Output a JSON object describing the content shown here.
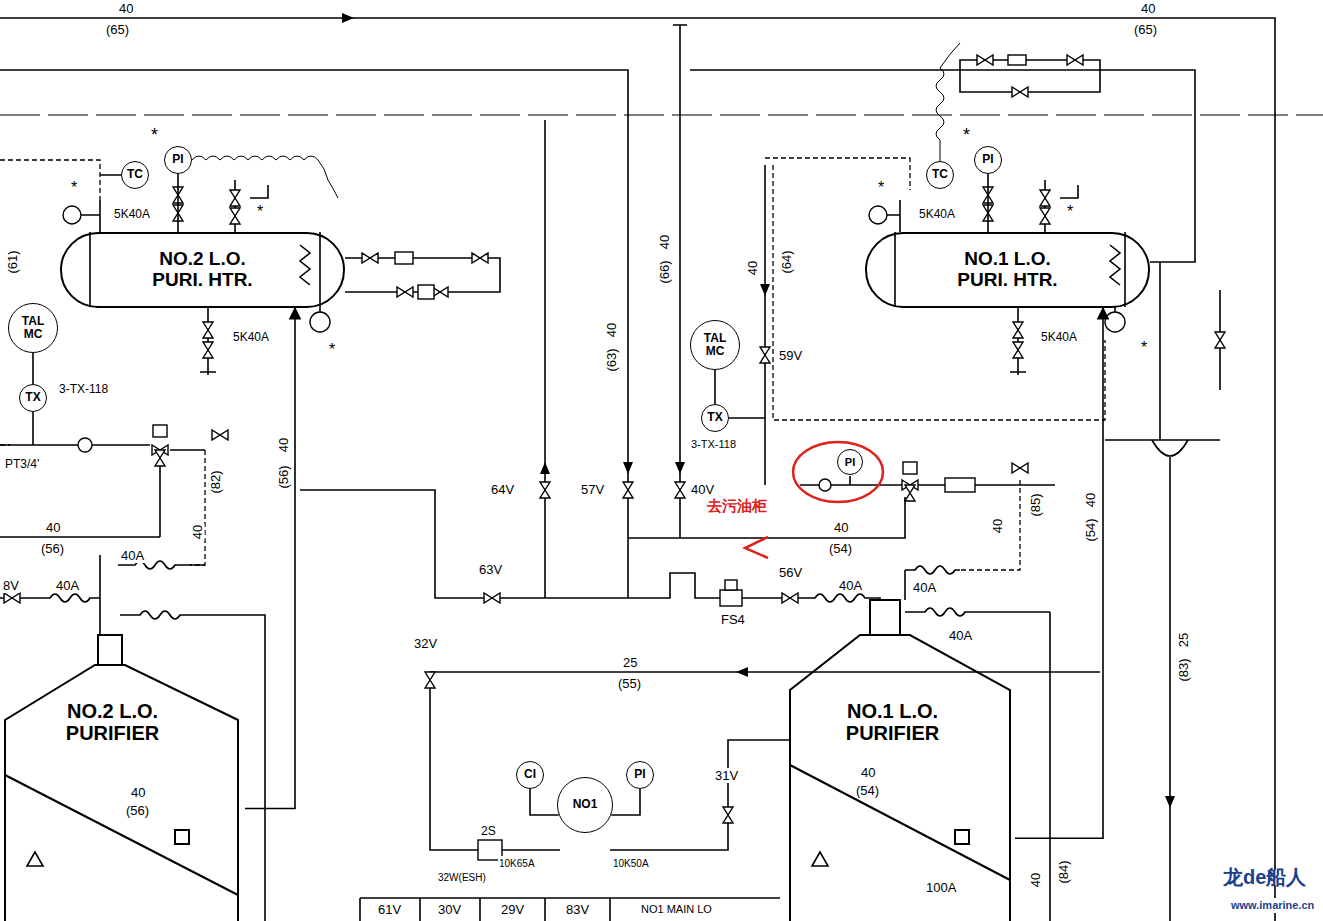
{
  "diagram": {
    "nodes": [
      {
        "text": [
          "TC"
        ]
      },
      {
        "text": [
          "PI"
        ]
      },
      {
        "text": [
          "NO.2 L.O. PURI. HTR."
        ]
      },
      {
        "text": [
          "TAL MC"
        ]
      },
      {
        "text": [
          "TX"
        ]
      },
      {
        "text": [
          "TAL MC"
        ]
      },
      {
        "text": [
          "TX"
        ]
      },
      {
        "text": [
          "TC"
        ]
      },
      {
        "text": [
          "PI"
        ]
      },
      {
        "text": [
          "NO.1 L.O. PURI. HTR."
        ]
      },
      {
        "text": [
          "PI"
        ]
      },
      {
        "text": [
          "NO.2 L.O. PURIFIER"
        ]
      },
      {
        "text": [
          "NO.1 L.O. PURIFIER"
        ]
      },
      {
        "text": [
          "CI"
        ]
      },
      {
        "text": [
          "NO1"
        ]
      },
      {
        "text": [
          "PI"
        ]
      }
    ],
    "edges": [
      {
        "from": 3,
        "to": 4,
        "arrow": "none"
      },
      {
        "from": 5,
        "to": 6,
        "arrow": "none"
      },
      {
        "from": 11,
        "to": 2,
        "arrow": "to"
      },
      {
        "from": 12,
        "to": 9,
        "arrow": "to"
      },
      {
        "from": 1,
        "to": 2,
        "arrow": "none"
      },
      {
        "from": 8,
        "to": 9,
        "arrow": "none"
      },
      {
        "from": 13,
        "to": 14,
        "arrow": "none"
      },
      {
        "from": 15,
        "to": 14,
        "arrow": "none"
      }
    ],
    "labels": [
      "40",
      "(65)",
      "40",
      "(65)",
      "5K40A",
      "5K40A",
      "(61)",
      "3-TX-118",
      "PT3/4'",
      "40",
      "(56)",
      "40",
      "(82)",
      "8V",
      "40A",
      "40A",
      "40",
      "(56)",
      "64V",
      "57V",
      "40V",
      "63V",
      "40",
      "(63)",
      "40",
      "(66)",
      "40",
      "(64)",
      "59V",
      "3-TX-118",
      "去污油柜",
      "40",
      "(54)",
      "40",
      "(85)",
      "FS4",
      "56V",
      "40A",
      "40A",
      "40A",
      "32V",
      "25",
      "(55)",
      "31V",
      "2S",
      "10K65A",
      "10K50A",
      "32W(ESH)",
      "100A",
      "40",
      "(54)",
      "40",
      "(56)",
      "40",
      "(54)",
      "25",
      "(83)",
      "40",
      "(84)",
      "61V",
      "30V",
      "29V",
      "83V",
      "NO1 MAIN LO",
      "5K40A",
      "5K40A",
      "*",
      "*",
      "*",
      "*",
      "*",
      "*",
      "*",
      "*",
      "龙de船人",
      "www.imarine.cn"
    ]
  }
}
